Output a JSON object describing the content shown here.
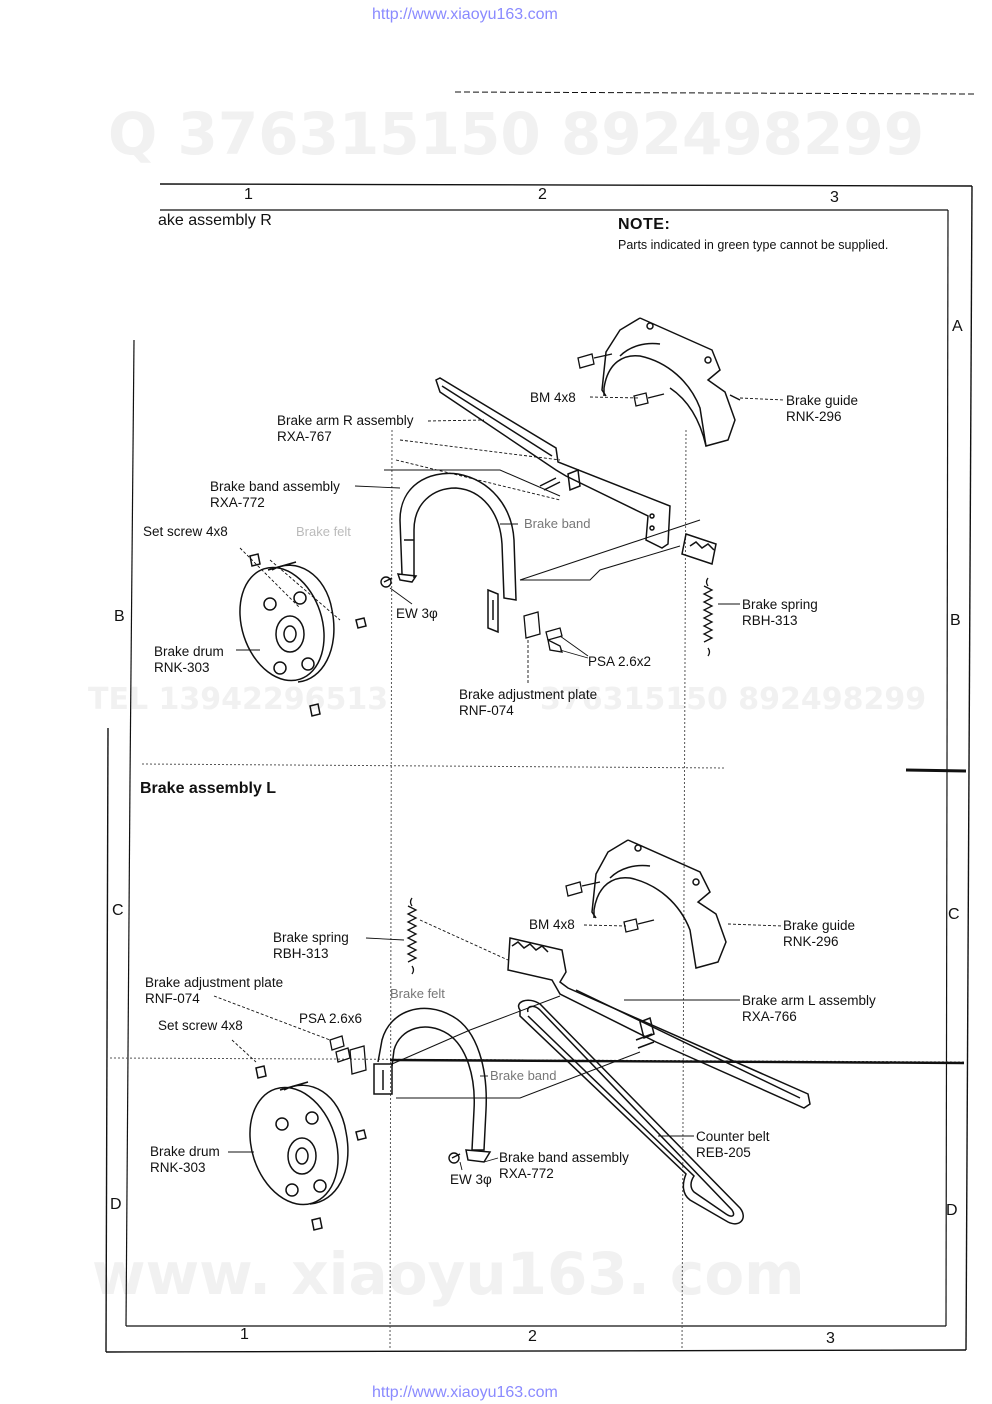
{
  "header_url": "http://www.xiaoyu163.com",
  "footer_url": "http://www.xiaoyu163.com",
  "watermarks": {
    "top": "Q 376315150   892498299",
    "middle_left": "TEL 13942296513",
    "middle_right": "376315150  892498299",
    "bottom": "www. xiaoyu163. com"
  },
  "grid": {
    "columns": [
      "1",
      "2",
      "3"
    ],
    "rows": [
      "A",
      "B",
      "C",
      "D"
    ]
  },
  "note": {
    "heading": "NOTE:",
    "text": "Parts indicated in green type cannot be supplied."
  },
  "brake_assembly_r": {
    "title": "ake assembly R",
    "labels": {
      "bm": "BM 4x8",
      "brake_guide": [
        "Brake guide",
        "RNK-296"
      ],
      "brake_arm": [
        "Brake arm R assembly",
        "RXA-767"
      ],
      "brake_band_assembly": [
        "Brake band assembly",
        "RXA-772"
      ],
      "set_screw": "Set screw 4x8",
      "brake_felt": "Brake felt",
      "brake_band": "Brake band",
      "brake_spring": [
        "Brake spring",
        "RBH-313"
      ],
      "ew": "EW 3φ",
      "brake_drum": [
        "Brake drum",
        "RNK-303"
      ],
      "psa": "PSA 2.6x2",
      "adjustment_plate": [
        "Brake adjustment plate",
        "RNF-074"
      ]
    }
  },
  "brake_assembly_l": {
    "title": "Brake assembly L",
    "labels": {
      "bm": "BM 4x8",
      "brake_guide": [
        "Brake guide",
        "RNK-296"
      ],
      "brake_spring": [
        "Brake spring",
        "RBH-313"
      ],
      "adjustment_plate": [
        "Brake adjustment plate",
        "RNF-074"
      ],
      "brake_felt": "Brake felt",
      "brake_arm": [
        "Brake arm L assembly",
        "RXA-766"
      ],
      "set_screw": "Set screw 4x8",
      "psa": "PSA 2.6x6",
      "brake_band": "Brake band",
      "counter_belt": [
        "Counter belt",
        "REB-205"
      ],
      "brake_drum": [
        "Brake drum",
        "RNK-303"
      ],
      "brake_band_assembly": [
        "Brake band assembly",
        "RXA-772"
      ],
      "ew": "EW 3φ"
    }
  }
}
